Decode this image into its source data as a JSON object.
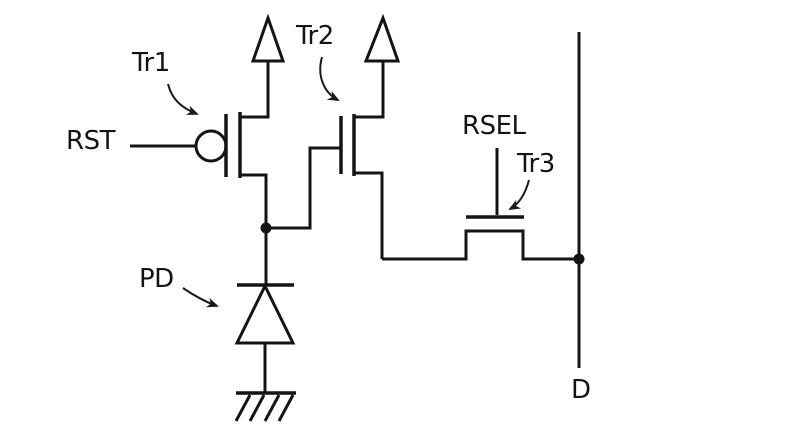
{
  "diagram": {
    "labels": {
      "rst": "RST",
      "tr1": "Tr1",
      "tr2": "Tr2",
      "tr3": "Tr3",
      "rsel": "RSEL",
      "pd": "PD",
      "d": "D"
    },
    "components": [
      {
        "name": "tr1-transistor",
        "label": "Tr1",
        "symbol": "mos-transistor-with-gate-bubble",
        "gate_signal": "RST",
        "drain": "supply-arrow"
      },
      {
        "name": "tr2-transistor",
        "label": "Tr2",
        "symbol": "mos-transistor",
        "gate_signal": "floating-node",
        "drain": "supply-arrow"
      },
      {
        "name": "tr3-transistor",
        "label": "Tr3",
        "symbol": "mos-transistor-horizontal",
        "gate_signal": "RSEL",
        "drain": "column-line-D"
      },
      {
        "name": "photodiode",
        "label": "PD",
        "symbol": "diode",
        "cathode": "floating-node",
        "anode": "ground"
      },
      {
        "name": "column-line",
        "label": "D",
        "symbol": "vertical-line"
      },
      {
        "name": "supply-arrows",
        "symbol": "upward-triangle",
        "count": 2
      },
      {
        "name": "ground-symbol",
        "symbol": "hatched-ground",
        "count": 1
      },
      {
        "name": "junction-dots",
        "symbol": "filled-circle",
        "count": 2
      }
    ],
    "colors": {
      "line": "#141414",
      "background": "#ffffff"
    }
  }
}
